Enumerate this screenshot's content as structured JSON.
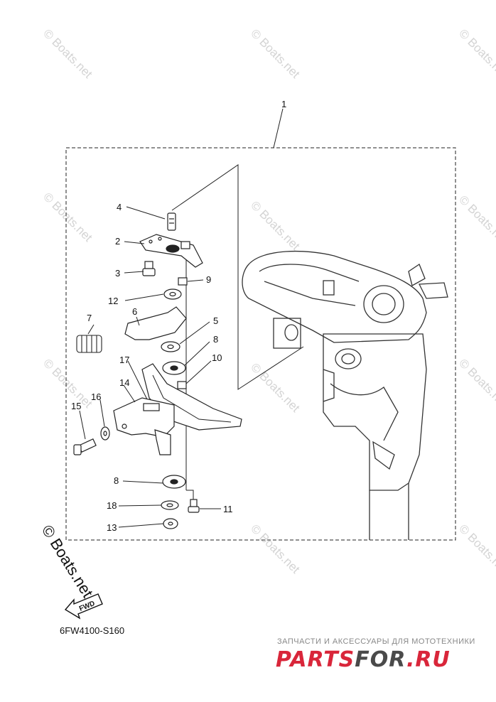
{
  "callouts": [
    {
      "num": "1"
    },
    {
      "num": "4"
    },
    {
      "num": "2"
    },
    {
      "num": "3"
    },
    {
      "num": "9"
    },
    {
      "num": "12"
    },
    {
      "num": "7"
    },
    {
      "num": "6"
    },
    {
      "num": "5"
    },
    {
      "num": "8"
    },
    {
      "num": "10"
    },
    {
      "num": "17"
    },
    {
      "num": "14"
    },
    {
      "num": "16"
    },
    {
      "num": "15"
    },
    {
      "num": "8"
    },
    {
      "num": "18"
    },
    {
      "num": "11"
    },
    {
      "num": "13"
    }
  ],
  "watermark": {
    "text": "© Boats.net",
    "color": "#d4d4d4"
  },
  "copyright_mark": {
    "text": "© Boats.net"
  },
  "fwd_label": "FWD",
  "diagram_code": "6FW4100-S160",
  "promo": {
    "tagline": "ЗАПЧАСТИ И АКСЕССУАРЫ ДЛЯ МОТОТЕХНИКИ",
    "logo_part1": "PARTS",
    "logo_part2": "FOR",
    "logo_part3": ".RU",
    "accent": "#d9263a",
    "dark": "#4a4a4a"
  }
}
